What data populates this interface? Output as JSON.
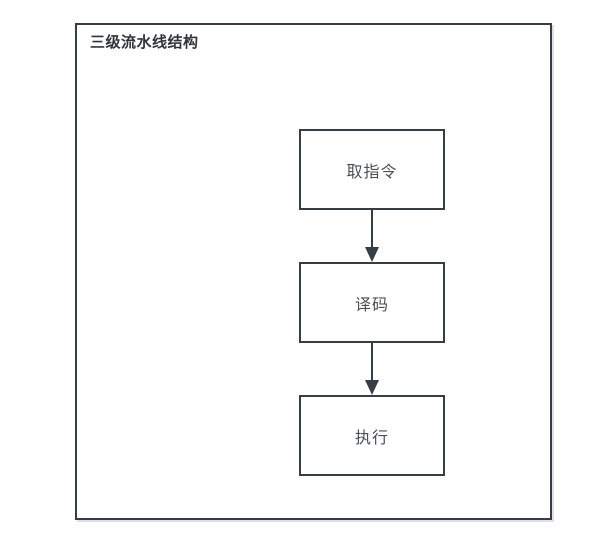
{
  "diagram": {
    "title": "三级流水线结构",
    "nodes": [
      {
        "id": "fetch",
        "label": "取指令"
      },
      {
        "id": "decode",
        "label": "译码"
      },
      {
        "id": "execute",
        "label": "执行"
      }
    ],
    "connectors": [
      {
        "from": "fetch",
        "to": "decode",
        "direction": "down"
      },
      {
        "from": "decode",
        "to": "execute",
        "direction": "down"
      }
    ],
    "colors": {
      "stroke": "#373d45",
      "node_text": "#4a4f55",
      "title_text": "#2f353c",
      "background": "#ffffff"
    }
  }
}
